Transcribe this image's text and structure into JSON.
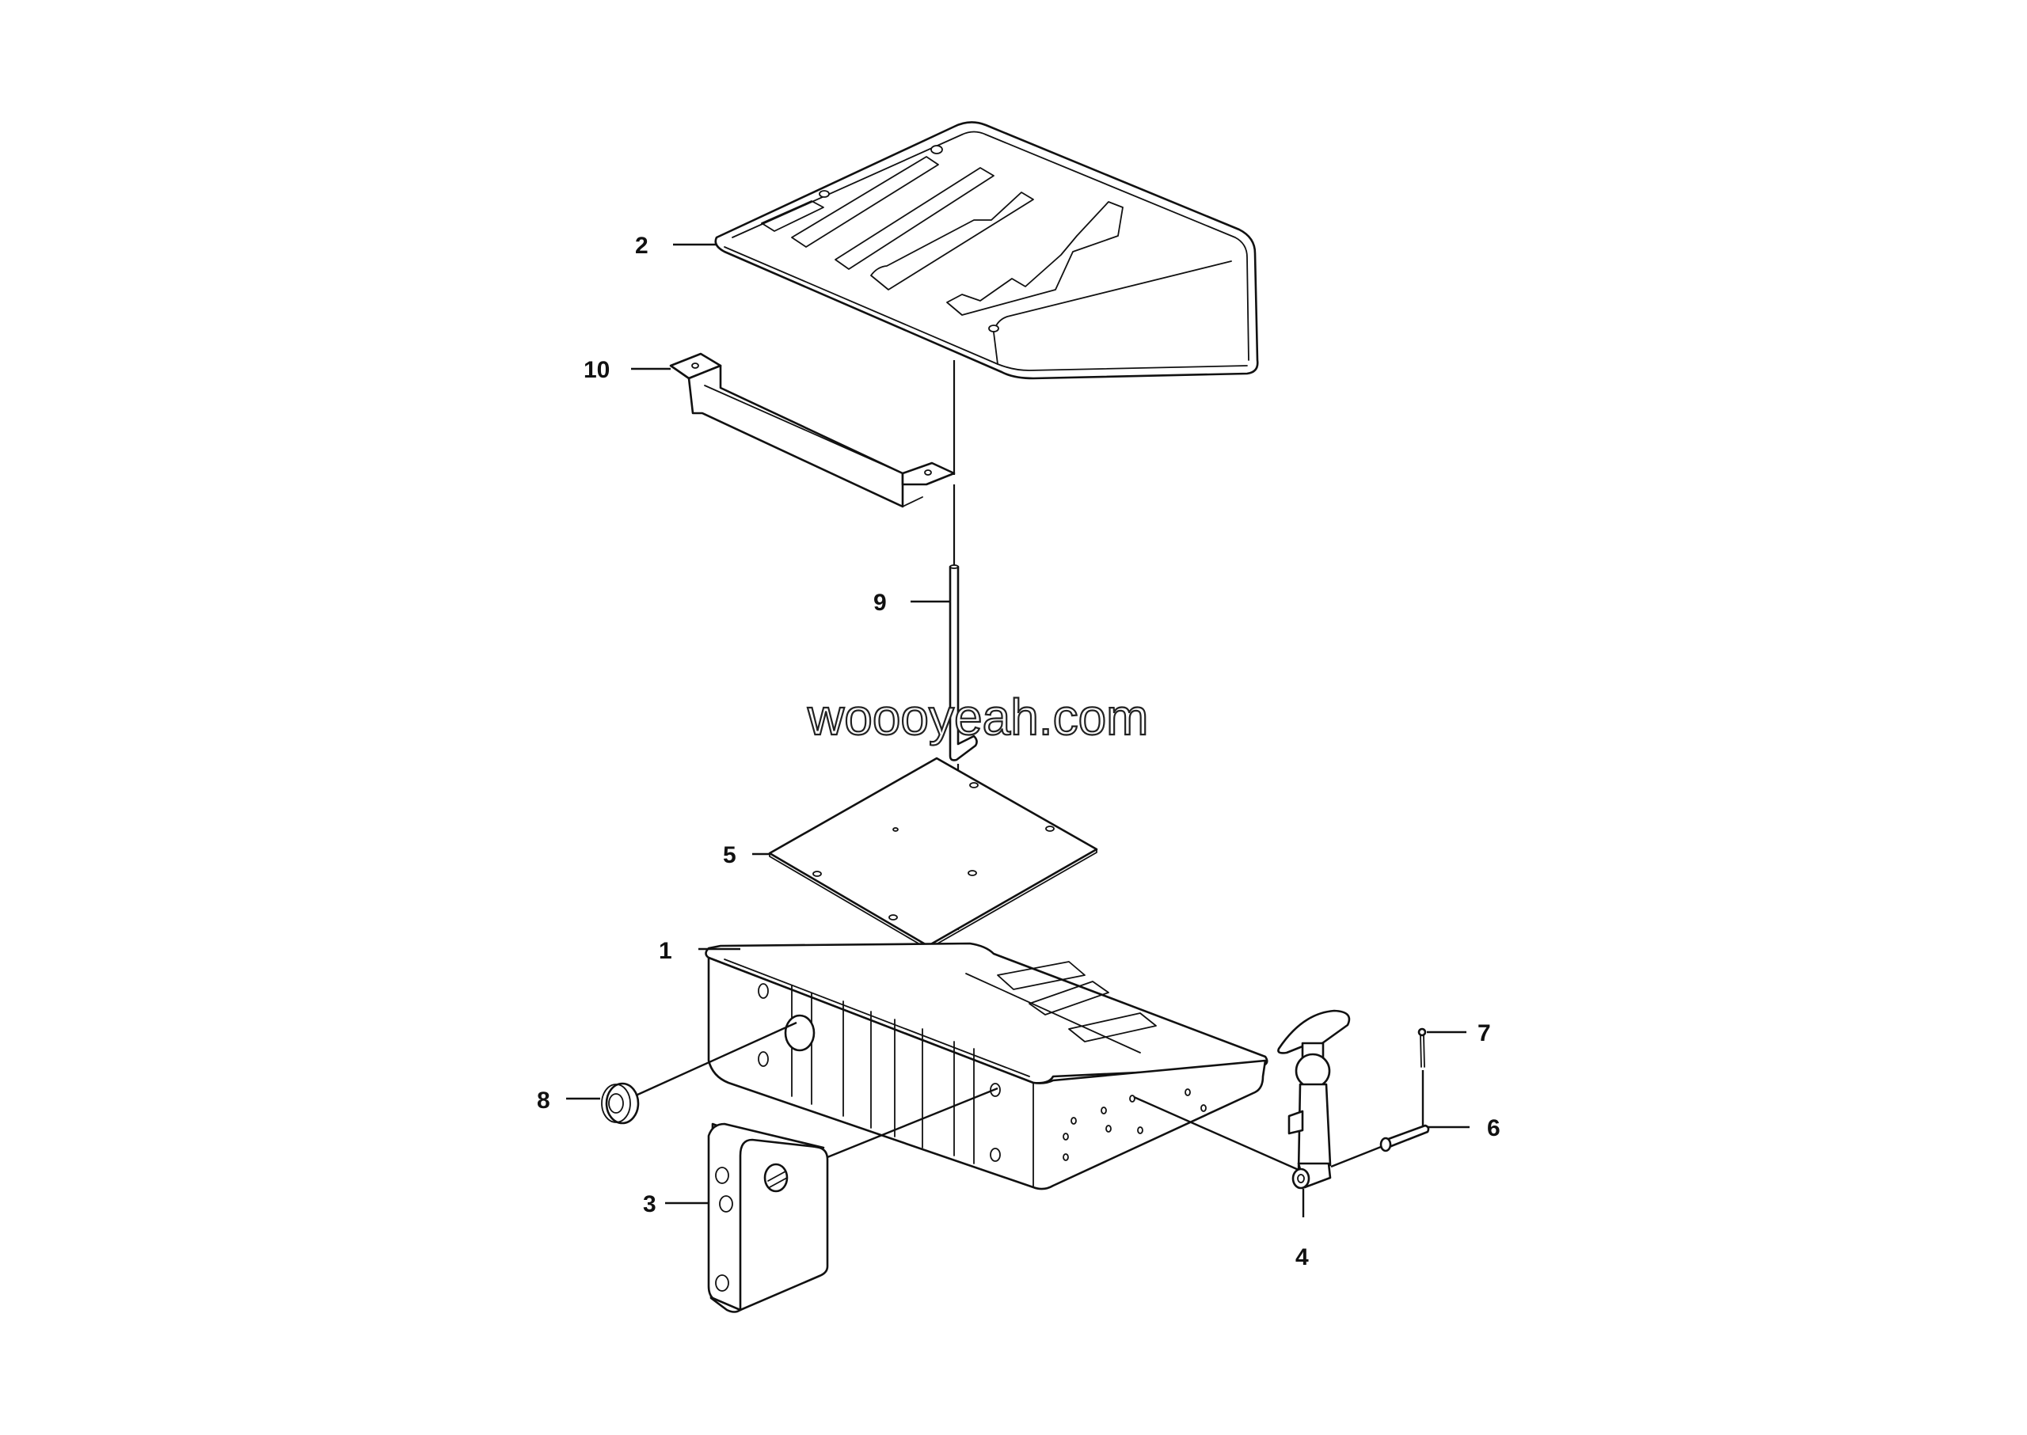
{
  "diagram": {
    "type": "exploded-parts-diagram",
    "watermark": "woooyeah.com",
    "callouts": [
      {
        "id": "1",
        "label": "1",
        "part": "battery-tray"
      },
      {
        "id": "2",
        "label": "2",
        "part": "battery-cover"
      },
      {
        "id": "3",
        "label": "3",
        "part": "mounting-block"
      },
      {
        "id": "4",
        "label": "4",
        "part": "rubber-t-handle-latch"
      },
      {
        "id": "5",
        "label": "5",
        "part": "base-plate"
      },
      {
        "id": "6",
        "label": "6",
        "part": "pin"
      },
      {
        "id": "7",
        "label": "7",
        "part": "cotter-pin"
      },
      {
        "id": "8",
        "label": "8",
        "part": "grommet-nut"
      },
      {
        "id": "9",
        "label": "9",
        "part": "hook-rod"
      },
      {
        "id": "10",
        "label": "10",
        "part": "hold-down-bracket"
      }
    ]
  }
}
